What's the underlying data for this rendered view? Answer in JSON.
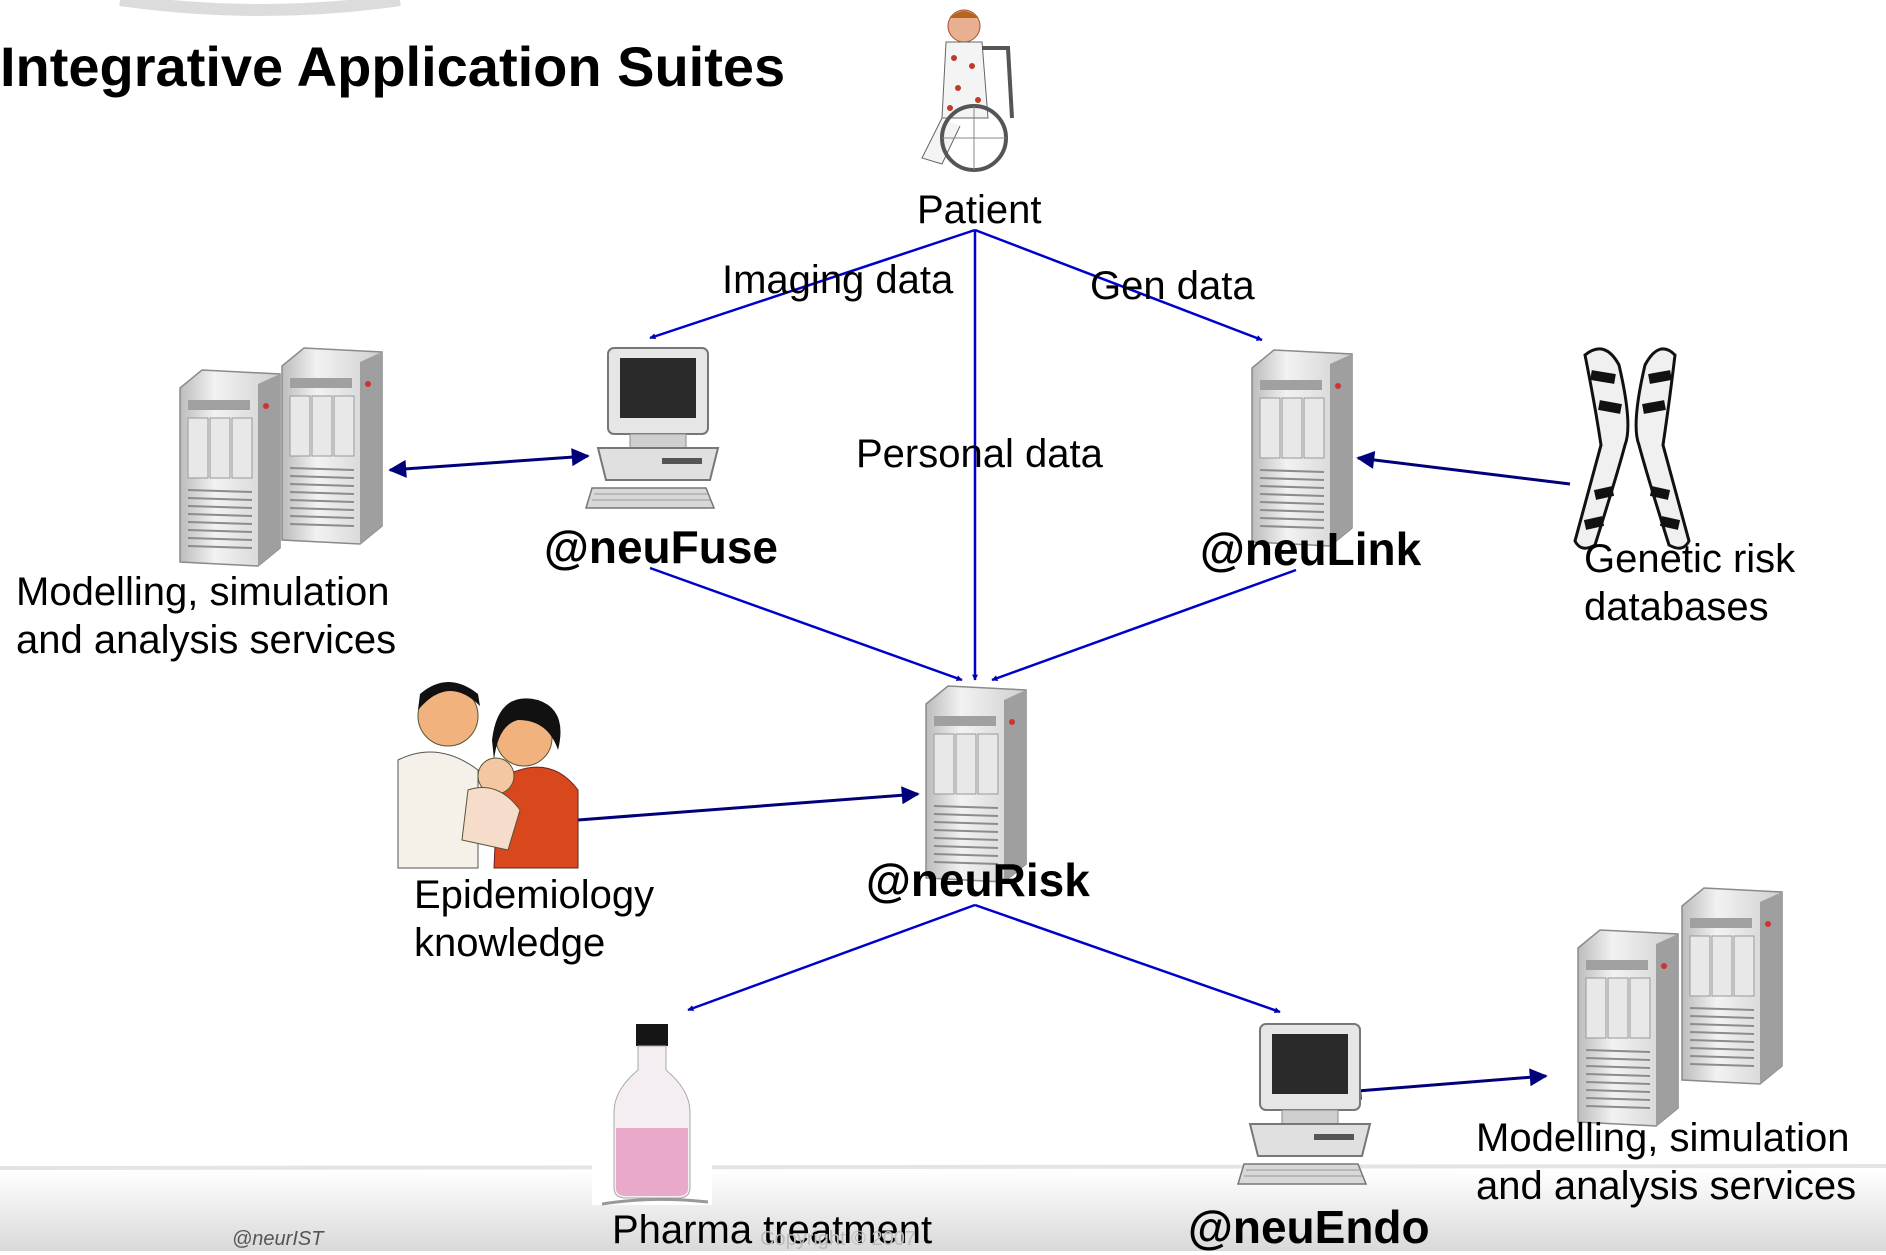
{
  "title": "Integrative Application Suites",
  "nodes": {
    "patient": "Patient",
    "neufuse": "@neuFuse",
    "neulink": "@neuLink",
    "neurisk": "@neuRisk",
    "neuendo": "@neuEndo"
  },
  "edge_labels": {
    "imaging": "Imaging data",
    "gen": "Gen data",
    "personal": "Personal data"
  },
  "captions": {
    "modelling_left": "Modelling, simulation\nand analysis services",
    "genetic": "Genetic risk\ndatabases",
    "epidemiology": "Epidemiology\nknowledge",
    "pharma": "Pharma treatment",
    "modelling_right": "Modelling, simulation\nand analysis services"
  },
  "footer": {
    "left": "@neurIST",
    "center": "Copyright © 2007"
  },
  "colors": {
    "arrow": "#0000cc",
    "arrow_dark": "#00007a"
  }
}
